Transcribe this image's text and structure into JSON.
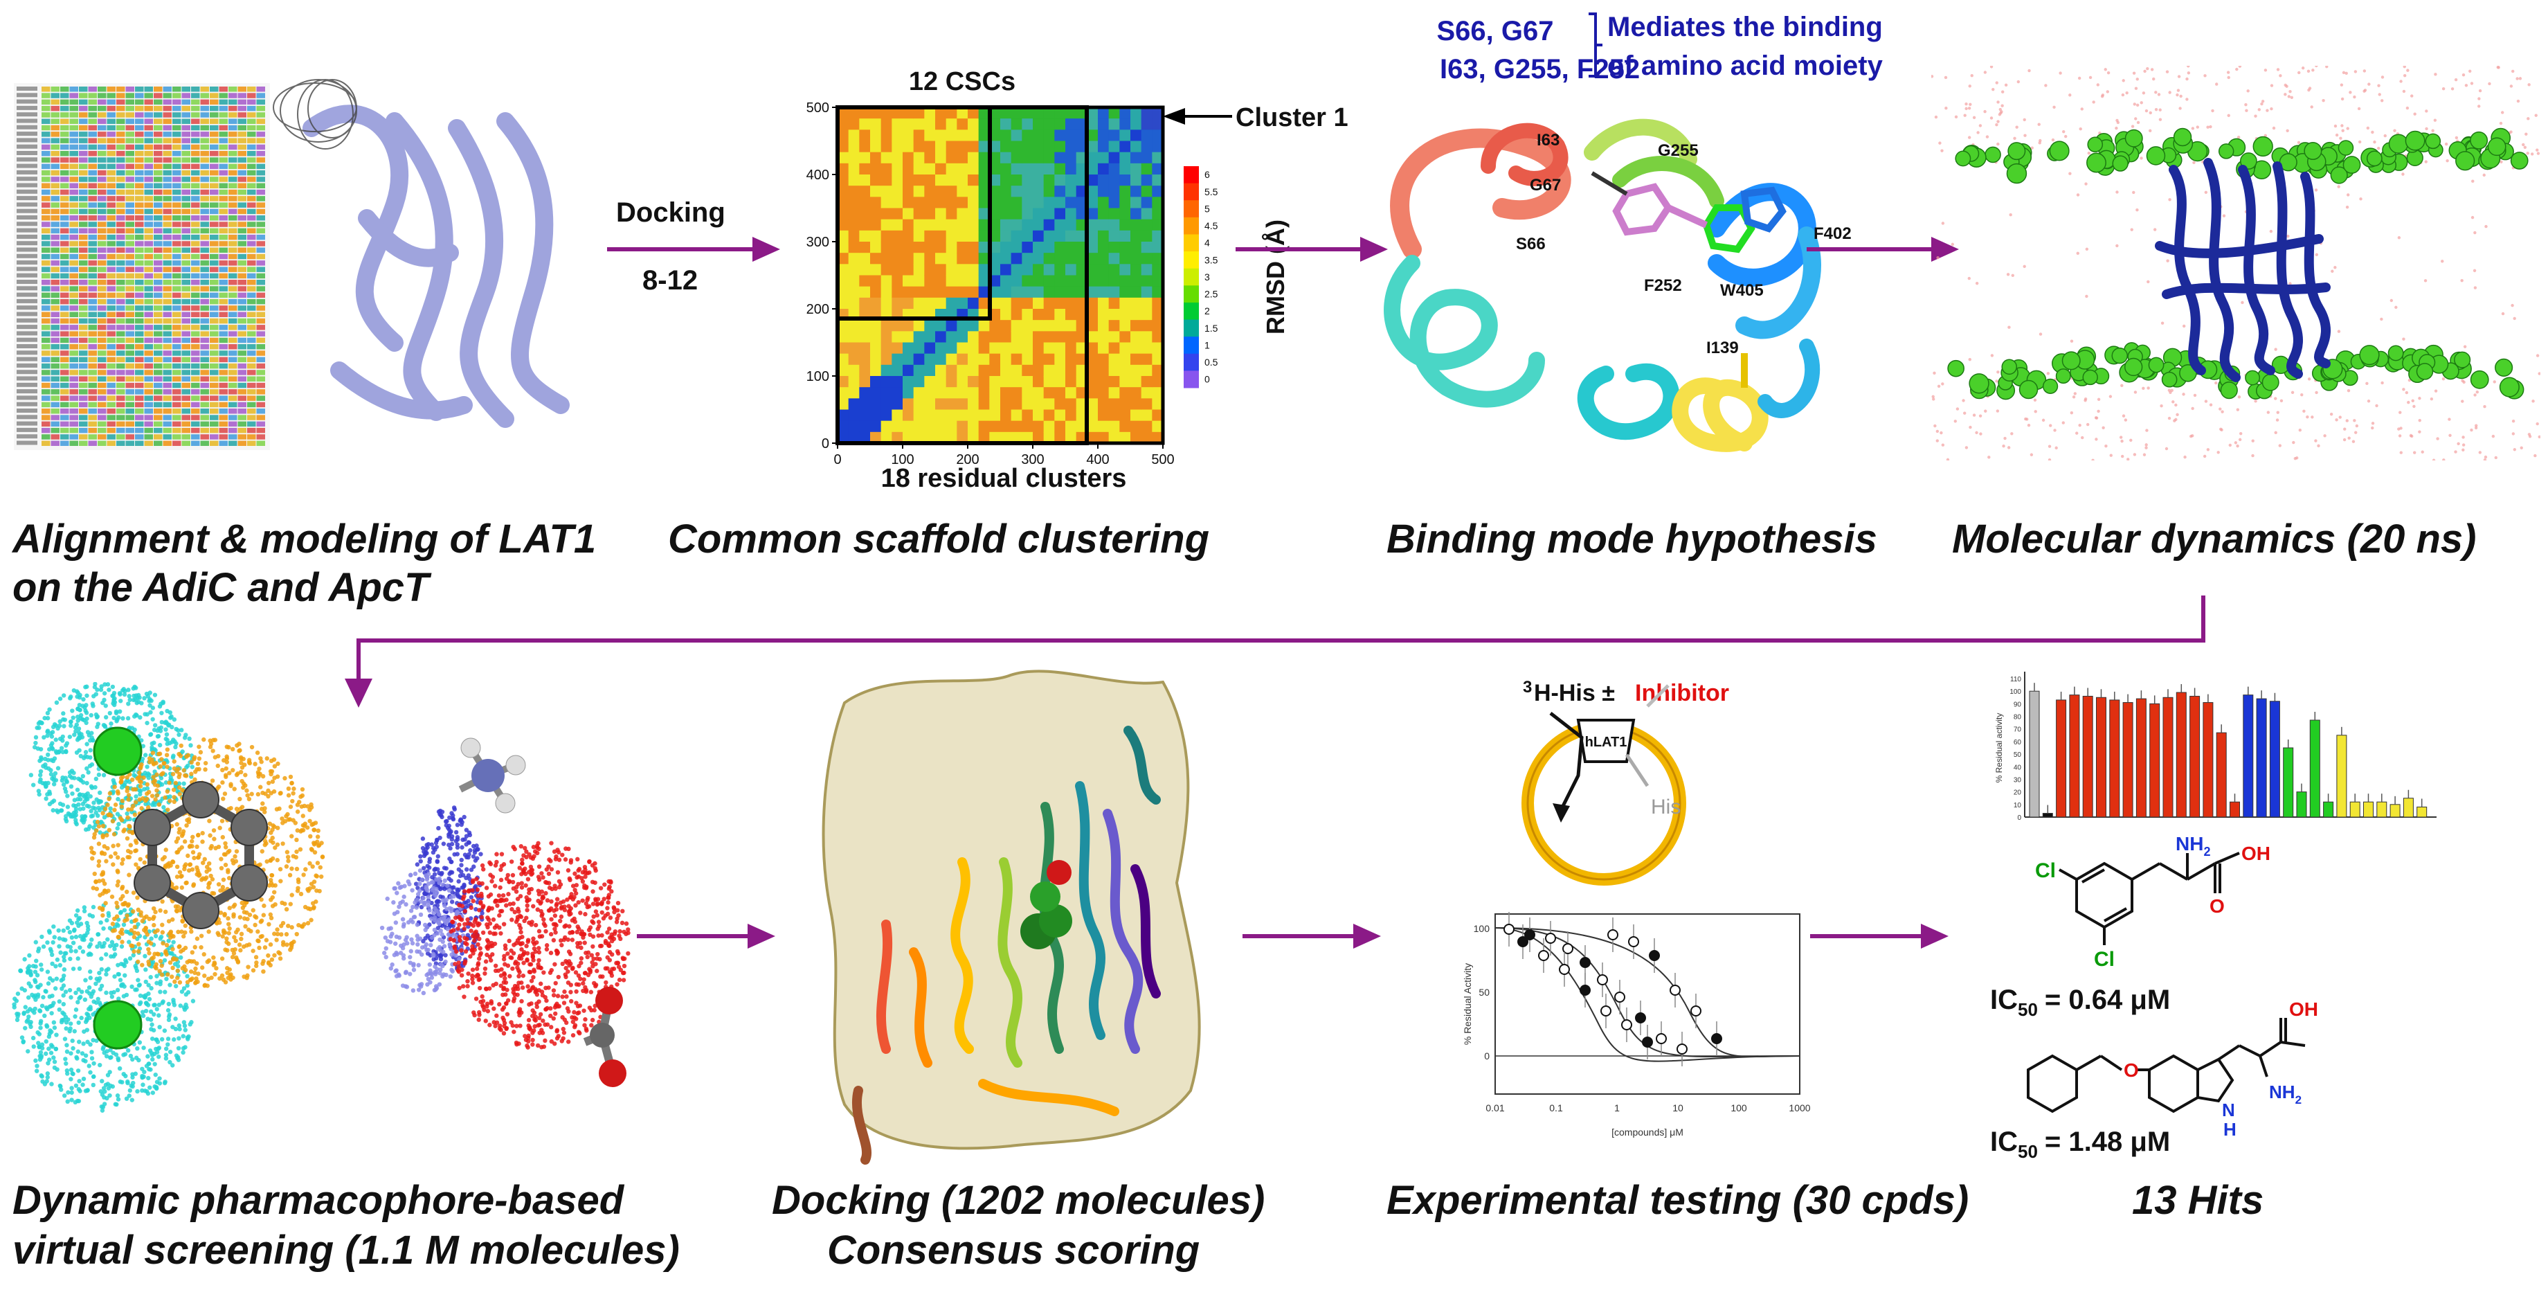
{
  "captions": {
    "alignment_line1": "Alignment & modeling of LAT1",
    "alignment_line2": "on the AdiC and ApcT",
    "scaffold": "Common scaffold clustering",
    "binding": "Binding mode hypothesis",
    "md": "Molecular dynamics (20 ns)",
    "vs_line1": "Dynamic pharmacophore-based",
    "vs_line2": "virtual screening (1.1 M molecules)",
    "dock_line1": "Docking (1202 molecules)",
    "dock_line2": "Consensus scoring",
    "exp": "Experimental testing (30 cpds)",
    "hits": "13 Hits"
  },
  "arrow_labels": {
    "docking": "Docking",
    "range": "8-12"
  },
  "heatmap": {
    "title": "12 CSCs",
    "cluster_label": "Cluster 1",
    "xlabel": "18 residual clusters",
    "colorbar_label": "RMSD (Å)",
    "x_ticks": [
      "0",
      "100",
      "200",
      "300",
      "400",
      "500"
    ],
    "y_ticks": [
      "0",
      "100",
      "200",
      "300",
      "400",
      "500"
    ],
    "colorbar_ticks": [
      "6",
      "5.5",
      "5",
      "4.5",
      "4",
      "3.5",
      "3",
      "2.5",
      "2",
      "1.5",
      "1",
      "0.5",
      "0"
    ]
  },
  "binding": {
    "residues_a": "S66, G67",
    "residues_b": "I63, G255, F252",
    "note_line1": "Mediates the binding",
    "note_line2": "of amino acid moiety",
    "labels": [
      "I63",
      "G67",
      "G255",
      "S66",
      "F252",
      "W405",
      "F402",
      "I139"
    ]
  },
  "assay": {
    "tracer": "H-His ±",
    "superscript": "3",
    "inhibitor": "Inhibitor",
    "transporter": "hLAT1",
    "his": "His",
    "curve_ylabel": "% Residual Activity",
    "curve_xlabel": "[compounds] μM",
    "curve_xticks": [
      "0.01",
      "0.1",
      "1",
      "10",
      "100",
      "1000"
    ],
    "curve_yticks": [
      "0",
      "50",
      "100"
    ]
  },
  "hits": {
    "bar_ylabel": "% Residual activity",
    "bar_yticks": [
      "0",
      "10",
      "20",
      "30",
      "40",
      "50",
      "60",
      "70",
      "80",
      "90",
      "100",
      "110"
    ],
    "ic50_1": "= 0.64 μM",
    "ic50_2": "= 1.48 μM",
    "ic50_prefix": "IC",
    "ic50_sub": "50",
    "cl": "Cl",
    "nh2": "NH",
    "nh2_sub": "2",
    "oh": "OH",
    "o": "O",
    "h": "H",
    "n": "N"
  },
  "colors": {
    "arrow": "#8b1a87",
    "text_blue": "#1a1aa8",
    "red_bar": "#e03010",
    "blue_bar": "#1a36d6",
    "green_bar": "#22cc22",
    "yellow_bar": "#f2e633",
    "grey_bar": "#bbbbbb"
  },
  "bar_chart": {
    "values": [
      100,
      3,
      93,
      97,
      96,
      95,
      93,
      91,
      94,
      90,
      95,
      99,
      96,
      91,
      67,
      12,
      97,
      94,
      92,
      55,
      20,
      77,
      12,
      65,
      12,
      12,
      12,
      10,
      15,
      8
    ],
    "colors": [
      "grey",
      "black",
      "red",
      "red",
      "red",
      "red",
      "red",
      "red",
      "red",
      "red",
      "red",
      "red",
      "red",
      "red",
      "red",
      "red",
      "blue",
      "blue",
      "blue",
      "green",
      "green",
      "green",
      "green",
      "yellow",
      "yellow",
      "yellow",
      "yellow",
      "yellow",
      "yellow",
      "yellow"
    ]
  }
}
